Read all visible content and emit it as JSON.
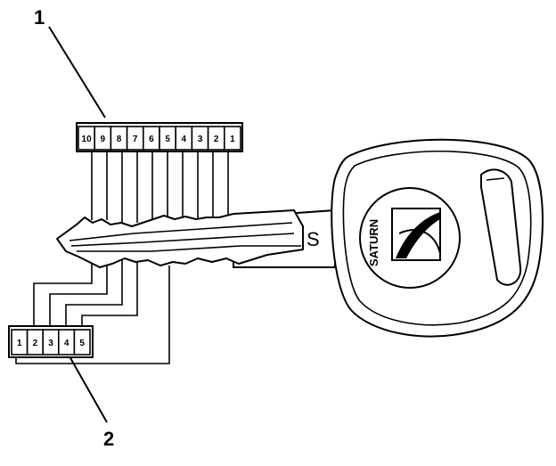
{
  "callouts": {
    "one": "1",
    "two": "2"
  },
  "upper_connector": {
    "cells": [
      "10",
      "9",
      "8",
      "7",
      "6",
      "5",
      "4",
      "3",
      "2",
      "1"
    ]
  },
  "lower_connector": {
    "cells": [
      "1",
      "2",
      "3",
      "4",
      "5"
    ]
  },
  "key": {
    "blade_stamp": "S",
    "head_logo_text": "SATURN"
  }
}
